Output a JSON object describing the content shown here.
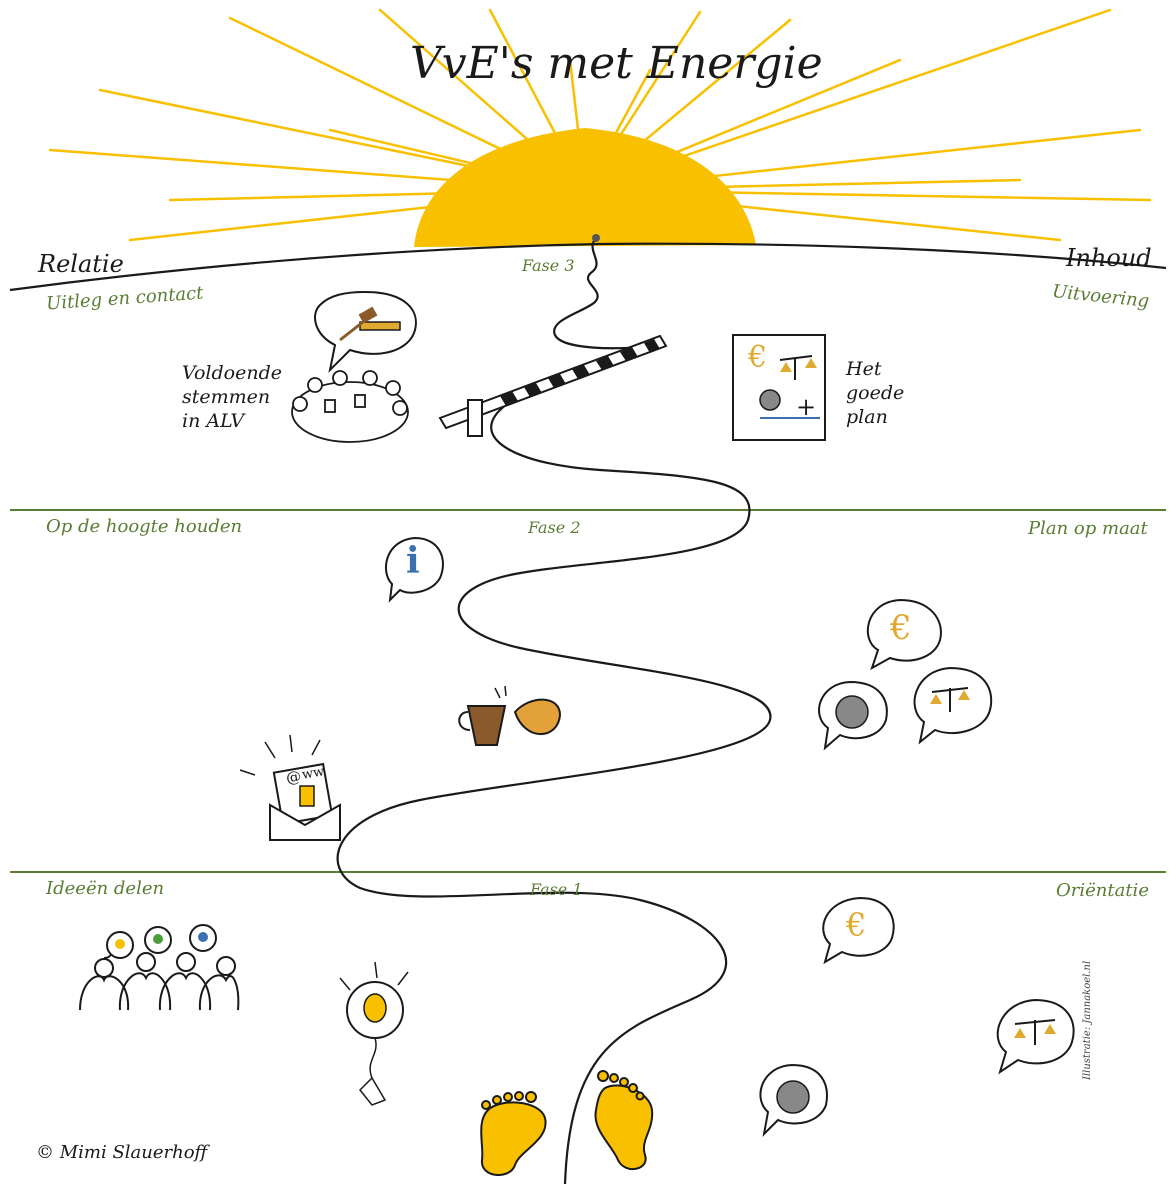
{
  "title": "VvE's met Energie",
  "sides": {
    "left": "Relatie",
    "right": "Inhoud"
  },
  "phase3": {
    "label": "Fase 3",
    "left_heading": "Uitleg en contact",
    "right_heading": "Uitvoering",
    "left_caption": [
      "Voldoende",
      "stemmen",
      "in ALV"
    ],
    "right_caption": [
      "Het",
      "goede",
      "plan"
    ]
  },
  "phase2": {
    "label": "Fase 2",
    "left_heading": "Op de hoogte houden",
    "right_heading": "Plan op maat"
  },
  "phase1": {
    "label": "Fase 1",
    "left_heading": "Ideeën delen",
    "right_heading": "Oriëntatie"
  },
  "icons": {
    "euro": "€",
    "plus": "+",
    "info": "i",
    "mail_at": "@",
    "mail_text": "ww"
  },
  "footer": {
    "copyright": "© Mimi Slauerhoff",
    "illustrator": "Illustratie: Jannakoel.nl"
  },
  "colors": {
    "sun": "#f9c000",
    "ink": "#1a1a1a",
    "green": "#5a7d34",
    "coffee": "#8a5a2b",
    "tea": "#e3a13a",
    "blue": "#3a6fb0",
    "bulb_green": "#4a9e3a"
  }
}
